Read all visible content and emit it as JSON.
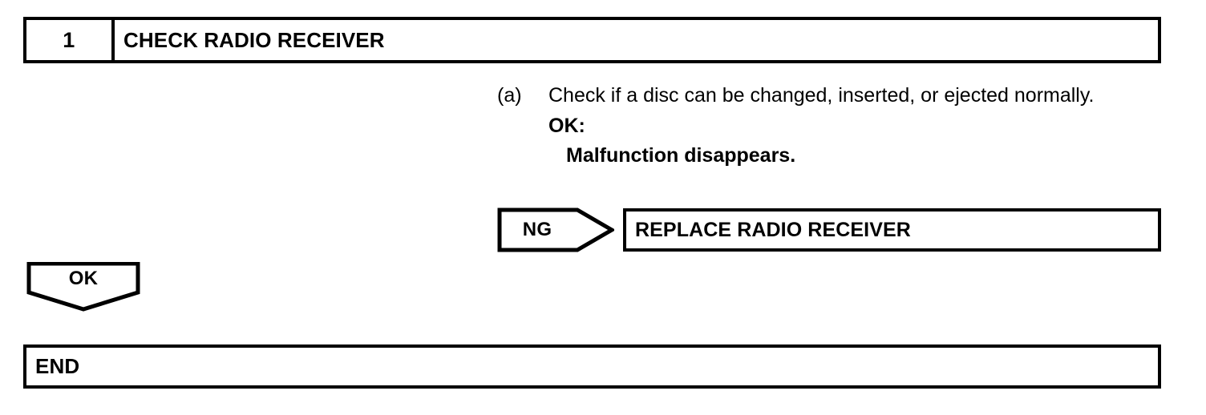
{
  "step": {
    "number": "1",
    "title": "CHECK RADIO RECEIVER"
  },
  "procedure": {
    "marker": "(a)",
    "text": "Check if a disc can be changed, inserted, or ejected normally.",
    "criterion_label": "OK:",
    "criterion_value": "Malfunction disappears."
  },
  "branches": {
    "ng": {
      "tag": "NG",
      "result": "REPLACE RADIO RECEIVER"
    },
    "ok": {
      "tag": "OK",
      "result": "END"
    }
  },
  "colors": {
    "line": "#000000",
    "background": "#ffffff"
  }
}
